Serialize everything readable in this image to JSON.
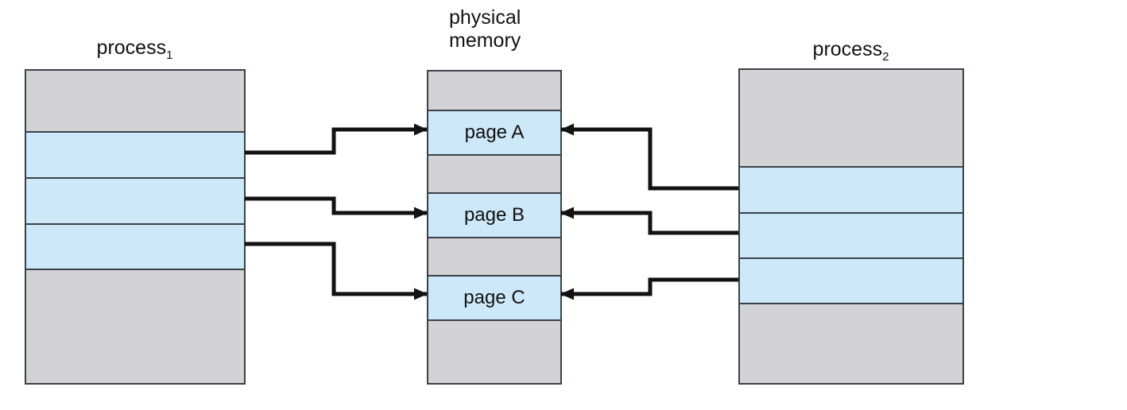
{
  "colors": {
    "background": "#ffffff",
    "segment_gray": "#d3d3d5",
    "segment_blue": "#cde8f8",
    "outline": "#3a4149",
    "arrow": "#121212",
    "text": "#121212"
  },
  "process1": {
    "label": "process",
    "label_subscript": "1",
    "segments": [
      {
        "kind": "unshared"
      },
      {
        "kind": "shared"
      },
      {
        "kind": "shared"
      },
      {
        "kind": "shared"
      },
      {
        "kind": "unshared"
      }
    ]
  },
  "physical_memory": {
    "label_line1": "physical",
    "label_line2": "memory",
    "pages": [
      "page A",
      "page B",
      "page C"
    ],
    "segments": [
      {
        "kind": "unshared"
      },
      {
        "kind": "shared",
        "label": "page A"
      },
      {
        "kind": "unshared"
      },
      {
        "kind": "shared",
        "label": "page B"
      },
      {
        "kind": "unshared"
      },
      {
        "kind": "shared",
        "label": "page C"
      },
      {
        "kind": "unshared"
      }
    ]
  },
  "process2": {
    "label": "process",
    "label_subscript": "2",
    "segments": [
      {
        "kind": "unshared"
      },
      {
        "kind": "shared"
      },
      {
        "kind": "shared"
      },
      {
        "kind": "shared"
      },
      {
        "kind": "unshared"
      }
    ]
  },
  "mappings": [
    {
      "from": "process1-slot-1",
      "to": "page-A"
    },
    {
      "from": "process1-slot-2",
      "to": "page-B"
    },
    {
      "from": "process1-slot-3",
      "to": "page-C"
    },
    {
      "from": "process2-slot-1",
      "to": "page-A"
    },
    {
      "from": "process2-slot-2",
      "to": "page-B"
    },
    {
      "from": "process2-slot-3",
      "to": "page-C"
    }
  ]
}
